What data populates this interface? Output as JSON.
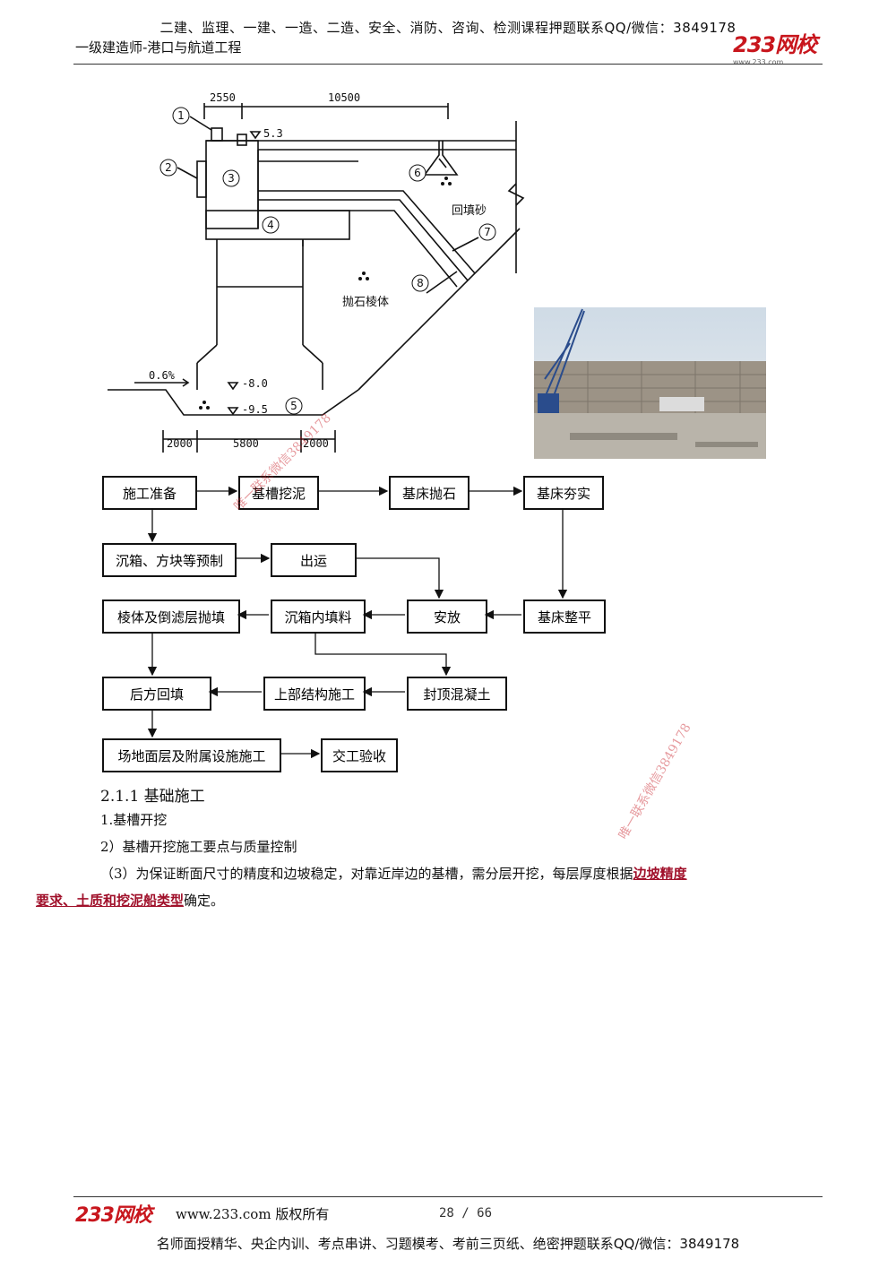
{
  "header": {
    "top_line": "二建、监理、一建、一造、二造、安全、消防、咨询、检测课程押题联系QQ/微信：3849178",
    "subtitle": "一级建造师-港口与航道工程",
    "logo_text": "233网校",
    "logo_url": "www.233.com"
  },
  "diagram": {
    "dims": {
      "d1": "2550",
      "d2": "10500",
      "d3": "2000",
      "d4": "5800",
      "d5": "2000"
    },
    "levels": {
      "top": "5.3",
      "mid": "-8.0",
      "bot": "-9.5"
    },
    "slope": "0.6%",
    "markers": [
      "1",
      "2",
      "3",
      "4",
      "5",
      "6",
      "7",
      "8"
    ],
    "labels": {
      "backfill_sand": "回填砂",
      "rubble_prism": "抛石棱体"
    }
  },
  "flow": {
    "b1": "施工准备",
    "b2": "基槽挖泥",
    "b3": "基床抛石",
    "b4": "基床夯实",
    "b5": "沉箱、方块等预制",
    "b6": "出运",
    "b7": "棱体及倒滤层抛填",
    "b8": "沉箱内填料",
    "b9": "安放",
    "b10": "基床整平",
    "b11": "后方回填",
    "b12": "上部结构施工",
    "b13": "封顶混凝土",
    "b14": "场地面层及附属设施施工",
    "b15": "交工验收"
  },
  "watermarks": [
    "唯一联系微信3849178",
    "唯一联系微信3849178"
  ],
  "content": {
    "section_title": "2.1.1 基础施工",
    "item1": "1.基槽开挖",
    "item2": "2）基槽开挖施工要点与质量控制",
    "para_start": "（3）为保证断面尺寸的精度和边坡稳定，对靠近岸边的基槽，需分层开挖，每层厚度根据",
    "para_hl1": "边坡精度",
    "para_hl2": "要求、土质和挖泥船类型",
    "para_end": "确定。"
  },
  "footer": {
    "logo_text": "233网校",
    "site": "www.233.com 版权所有",
    "page": "28 / 66",
    "bottom_line": "名师面授精华、央企内训、考点串讲、习题模考、考前三页纸、绝密押题联系QQ/微信：3849178"
  }
}
